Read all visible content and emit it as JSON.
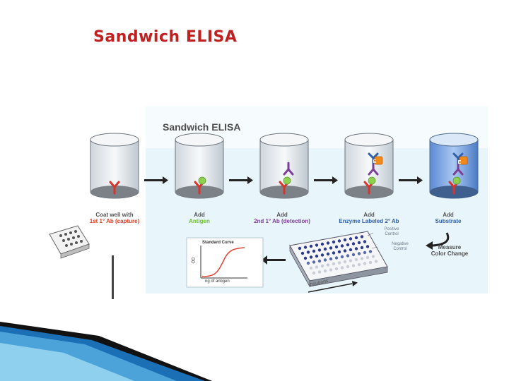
{
  "slide": {
    "title": "Sandwich ELISA"
  },
  "diagram": {
    "title": "Sandwich ELISA",
    "steps": [
      {
        "line1": "Coat well with",
        "line2": "1st 1° Ab (capture)"
      },
      {
        "line1": "Add",
        "line2": "Antigen"
      },
      {
        "line1": "Add",
        "line2": "2nd 1° Ab (detection)"
      },
      {
        "line1": "Add",
        "line2": "Enzyme Labeled 2° Ab"
      },
      {
        "line1": "Add",
        "line2": "Substrate"
      }
    ],
    "enzyme_label": "E",
    "measure": {
      "line1": "Measure",
      "line2": "Color Change"
    },
    "plate": {
      "positive_control": "Positive Control",
      "negative_control": "Negative Control",
      "dilutions": "Dilutions"
    },
    "standard_curve": {
      "title": "Standard Curve",
      "xlabel": "ng of antigen",
      "ylabel": "OD"
    }
  },
  "colors": {
    "title_red": "#c0201f",
    "label_red": "#e03a1e",
    "antibody_red": "#d9342b",
    "antibody_purple": "#7b3f98",
    "antibody_blue": "#2f5fa8",
    "antigen_green": "#8fd14f",
    "enzyme_orange": "#f08a1c",
    "substrate_blue": "#6f9fe0"
  }
}
